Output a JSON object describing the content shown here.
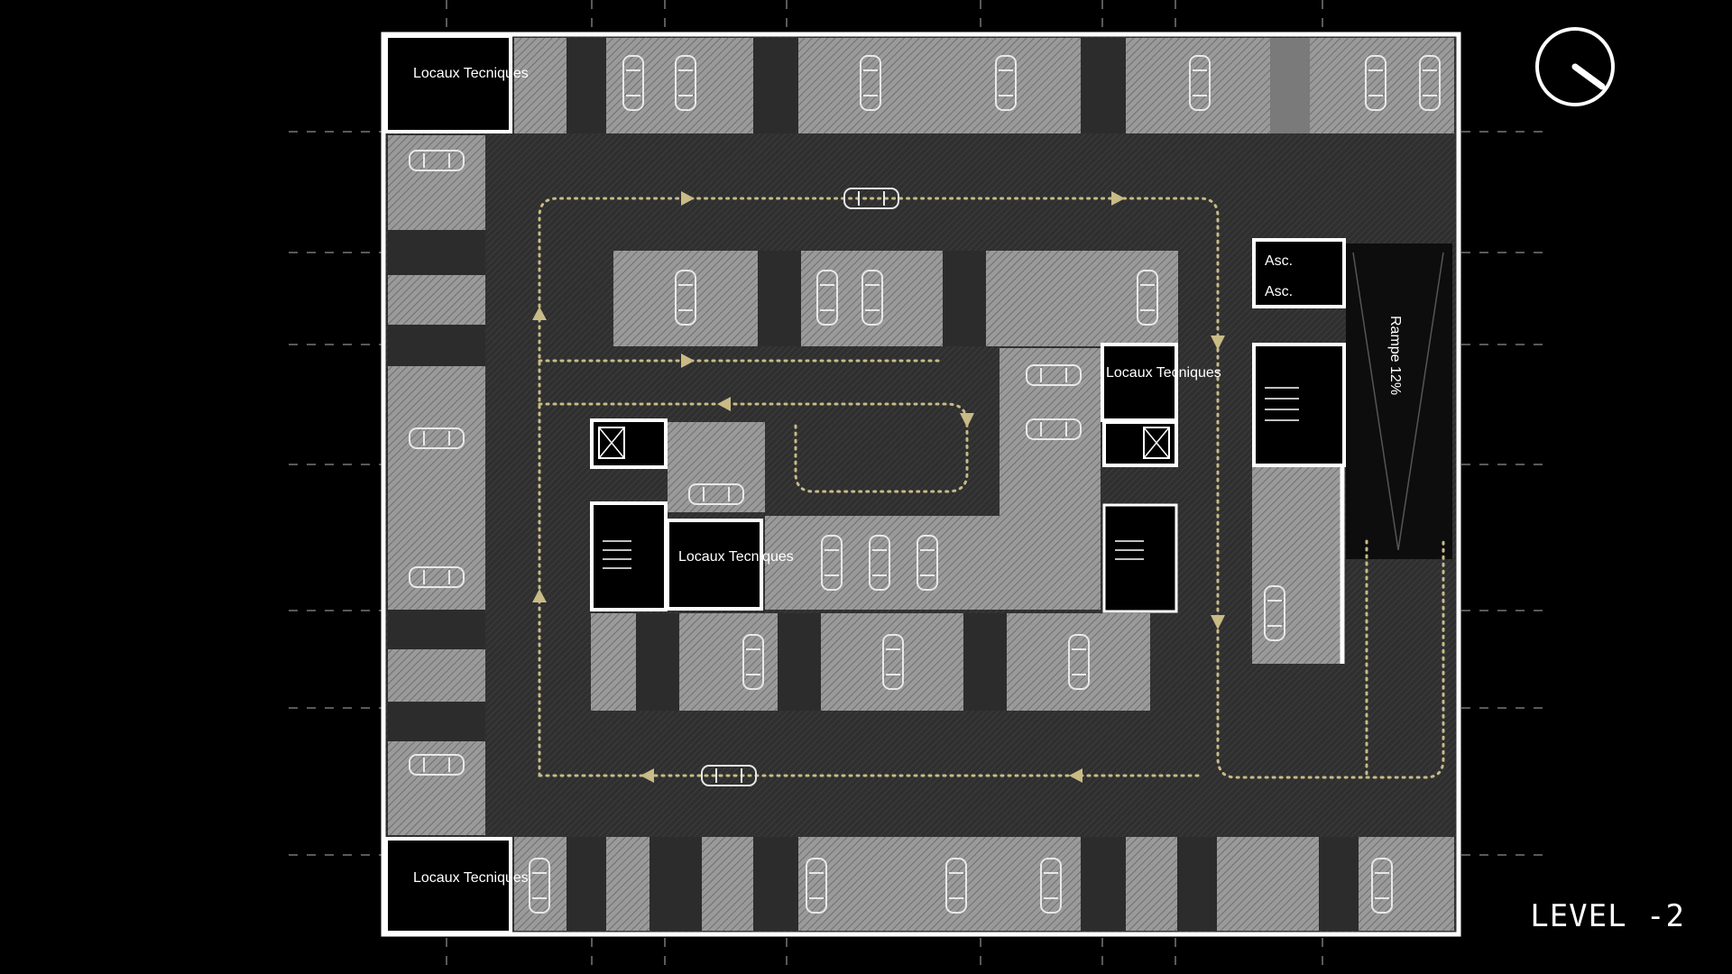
{
  "plan": {
    "technical_room_label": "Locaux Tecniques",
    "technical_room_label_alt": "Locaux Tecniques",
    "elevator_label": "Asc.",
    "ramp_label": "Rampe 12%",
    "level_label": "LEVEL -2"
  },
  "colors": {
    "background": "#000000",
    "slab": "#3a3a3a",
    "parking_bay": "#8f8f8f",
    "walls": "#ffffff",
    "route": "#c9bb86"
  },
  "icons": [
    "north-arrow-icon",
    "car-icon",
    "elevator-icon",
    "stairs-icon",
    "direction-arrow-icon"
  ]
}
